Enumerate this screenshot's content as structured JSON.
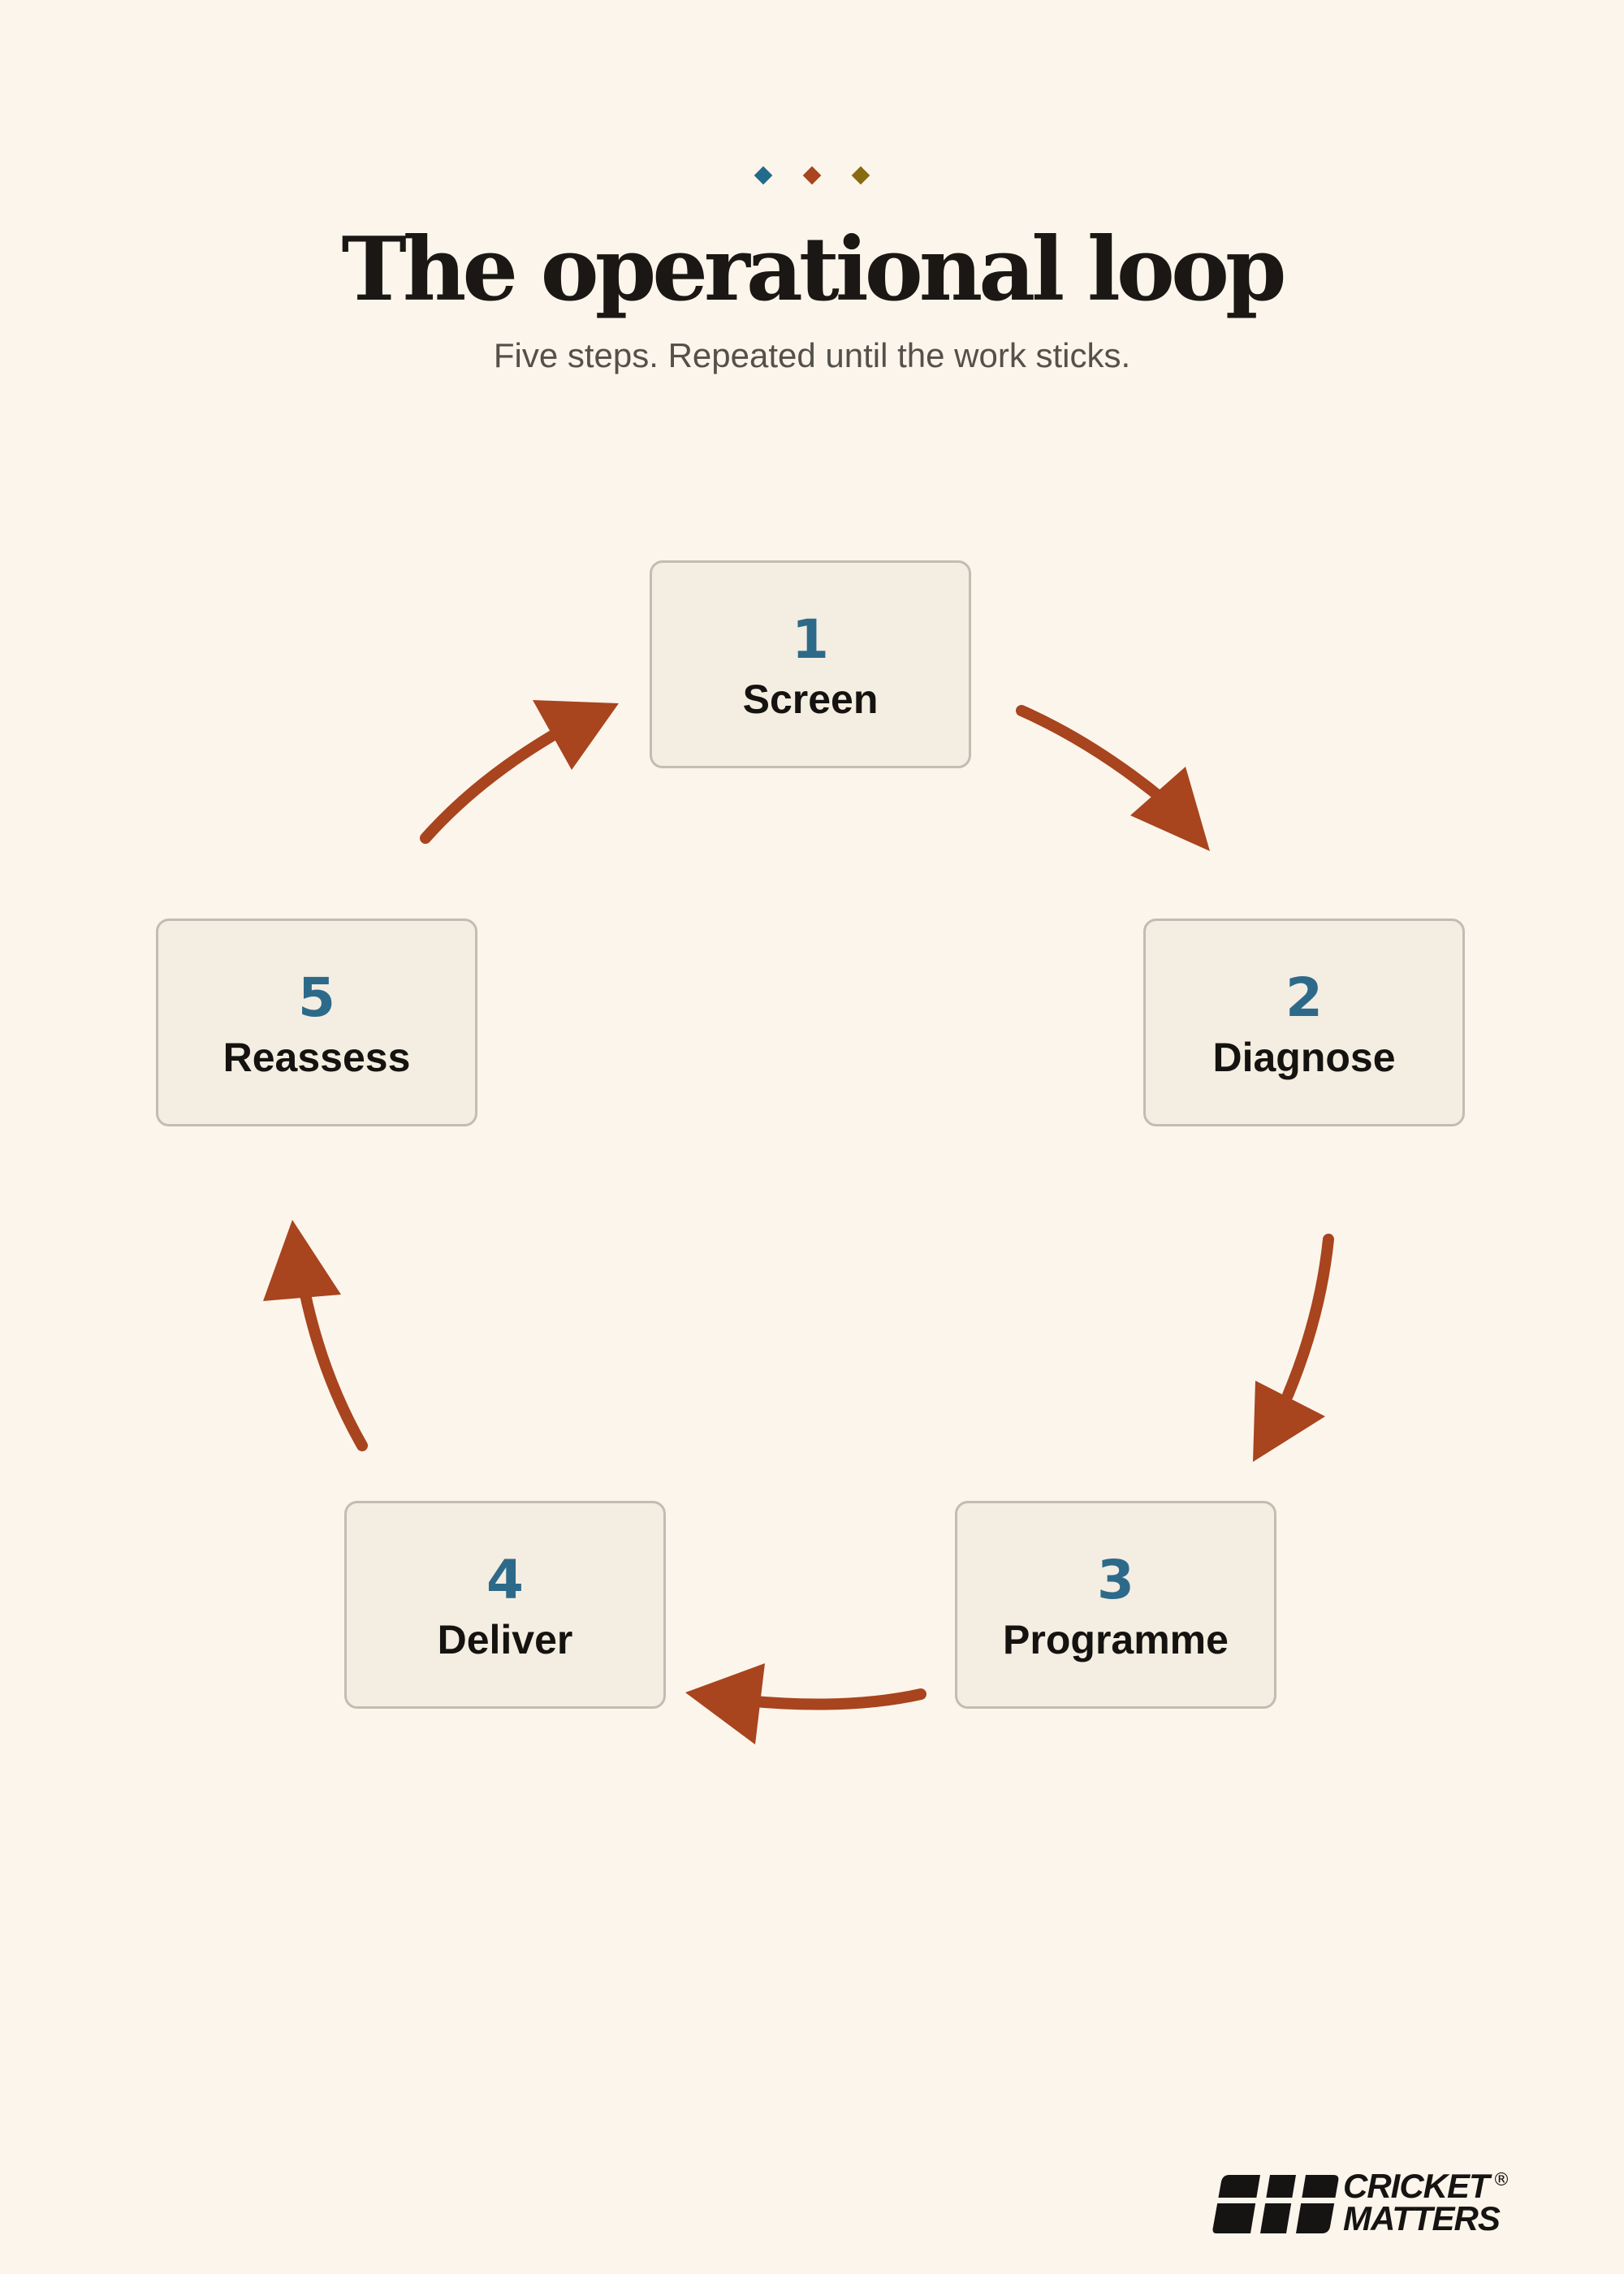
{
  "header": {
    "title": "The operational loop",
    "subtitle": "Five steps. Repeated until the work sticks."
  },
  "decor": {
    "dot_colors": [
      "#246a8c",
      "#a8441e",
      "#8a6a10"
    ]
  },
  "colors": {
    "accent": "#a8441e",
    "step_number": "#2d6a8a",
    "background": "#fbf5eb",
    "box_fill": "#f4ede1",
    "box_border": "#c2bcb2"
  },
  "steps": [
    {
      "num": "1",
      "label": "Screen"
    },
    {
      "num": "2",
      "label": "Diagnose"
    },
    {
      "num": "3",
      "label": "Programme"
    },
    {
      "num": "4",
      "label": "Deliver"
    },
    {
      "num": "5",
      "label": "Reassess"
    }
  ],
  "edges": [
    {
      "from": "1",
      "to": "2"
    },
    {
      "from": "2",
      "to": "3"
    },
    {
      "from": "3",
      "to": "4"
    },
    {
      "from": "4",
      "to": "5"
    },
    {
      "from": "5",
      "to": "1"
    }
  ],
  "logo": {
    "line1": "CRICKET",
    "line2": "MATTERS",
    "registered": "®"
  }
}
